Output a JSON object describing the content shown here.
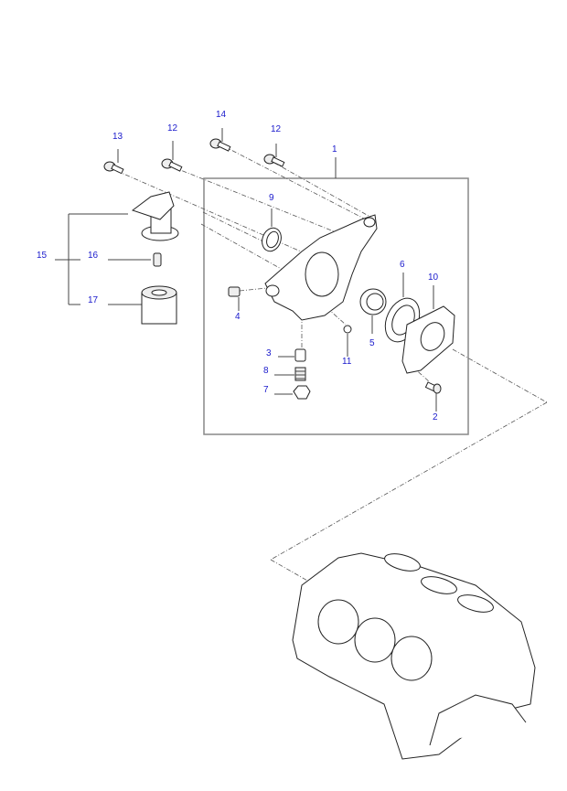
{
  "diagram": {
    "title": "Oil Pump Assembly Exploded View",
    "callouts": {
      "c1": "1",
      "c2": "2",
      "c3": "3",
      "c4": "4",
      "c5": "5",
      "c6": "6",
      "c7": "7",
      "c8": "8",
      "c9": "9",
      "c10": "10",
      "c11": "11",
      "c12a": "12",
      "c12b": "12",
      "c13": "13",
      "c14": "14",
      "c15": "15",
      "c16": "16",
      "c17": "17"
    },
    "label_color": "#1a1acc"
  }
}
